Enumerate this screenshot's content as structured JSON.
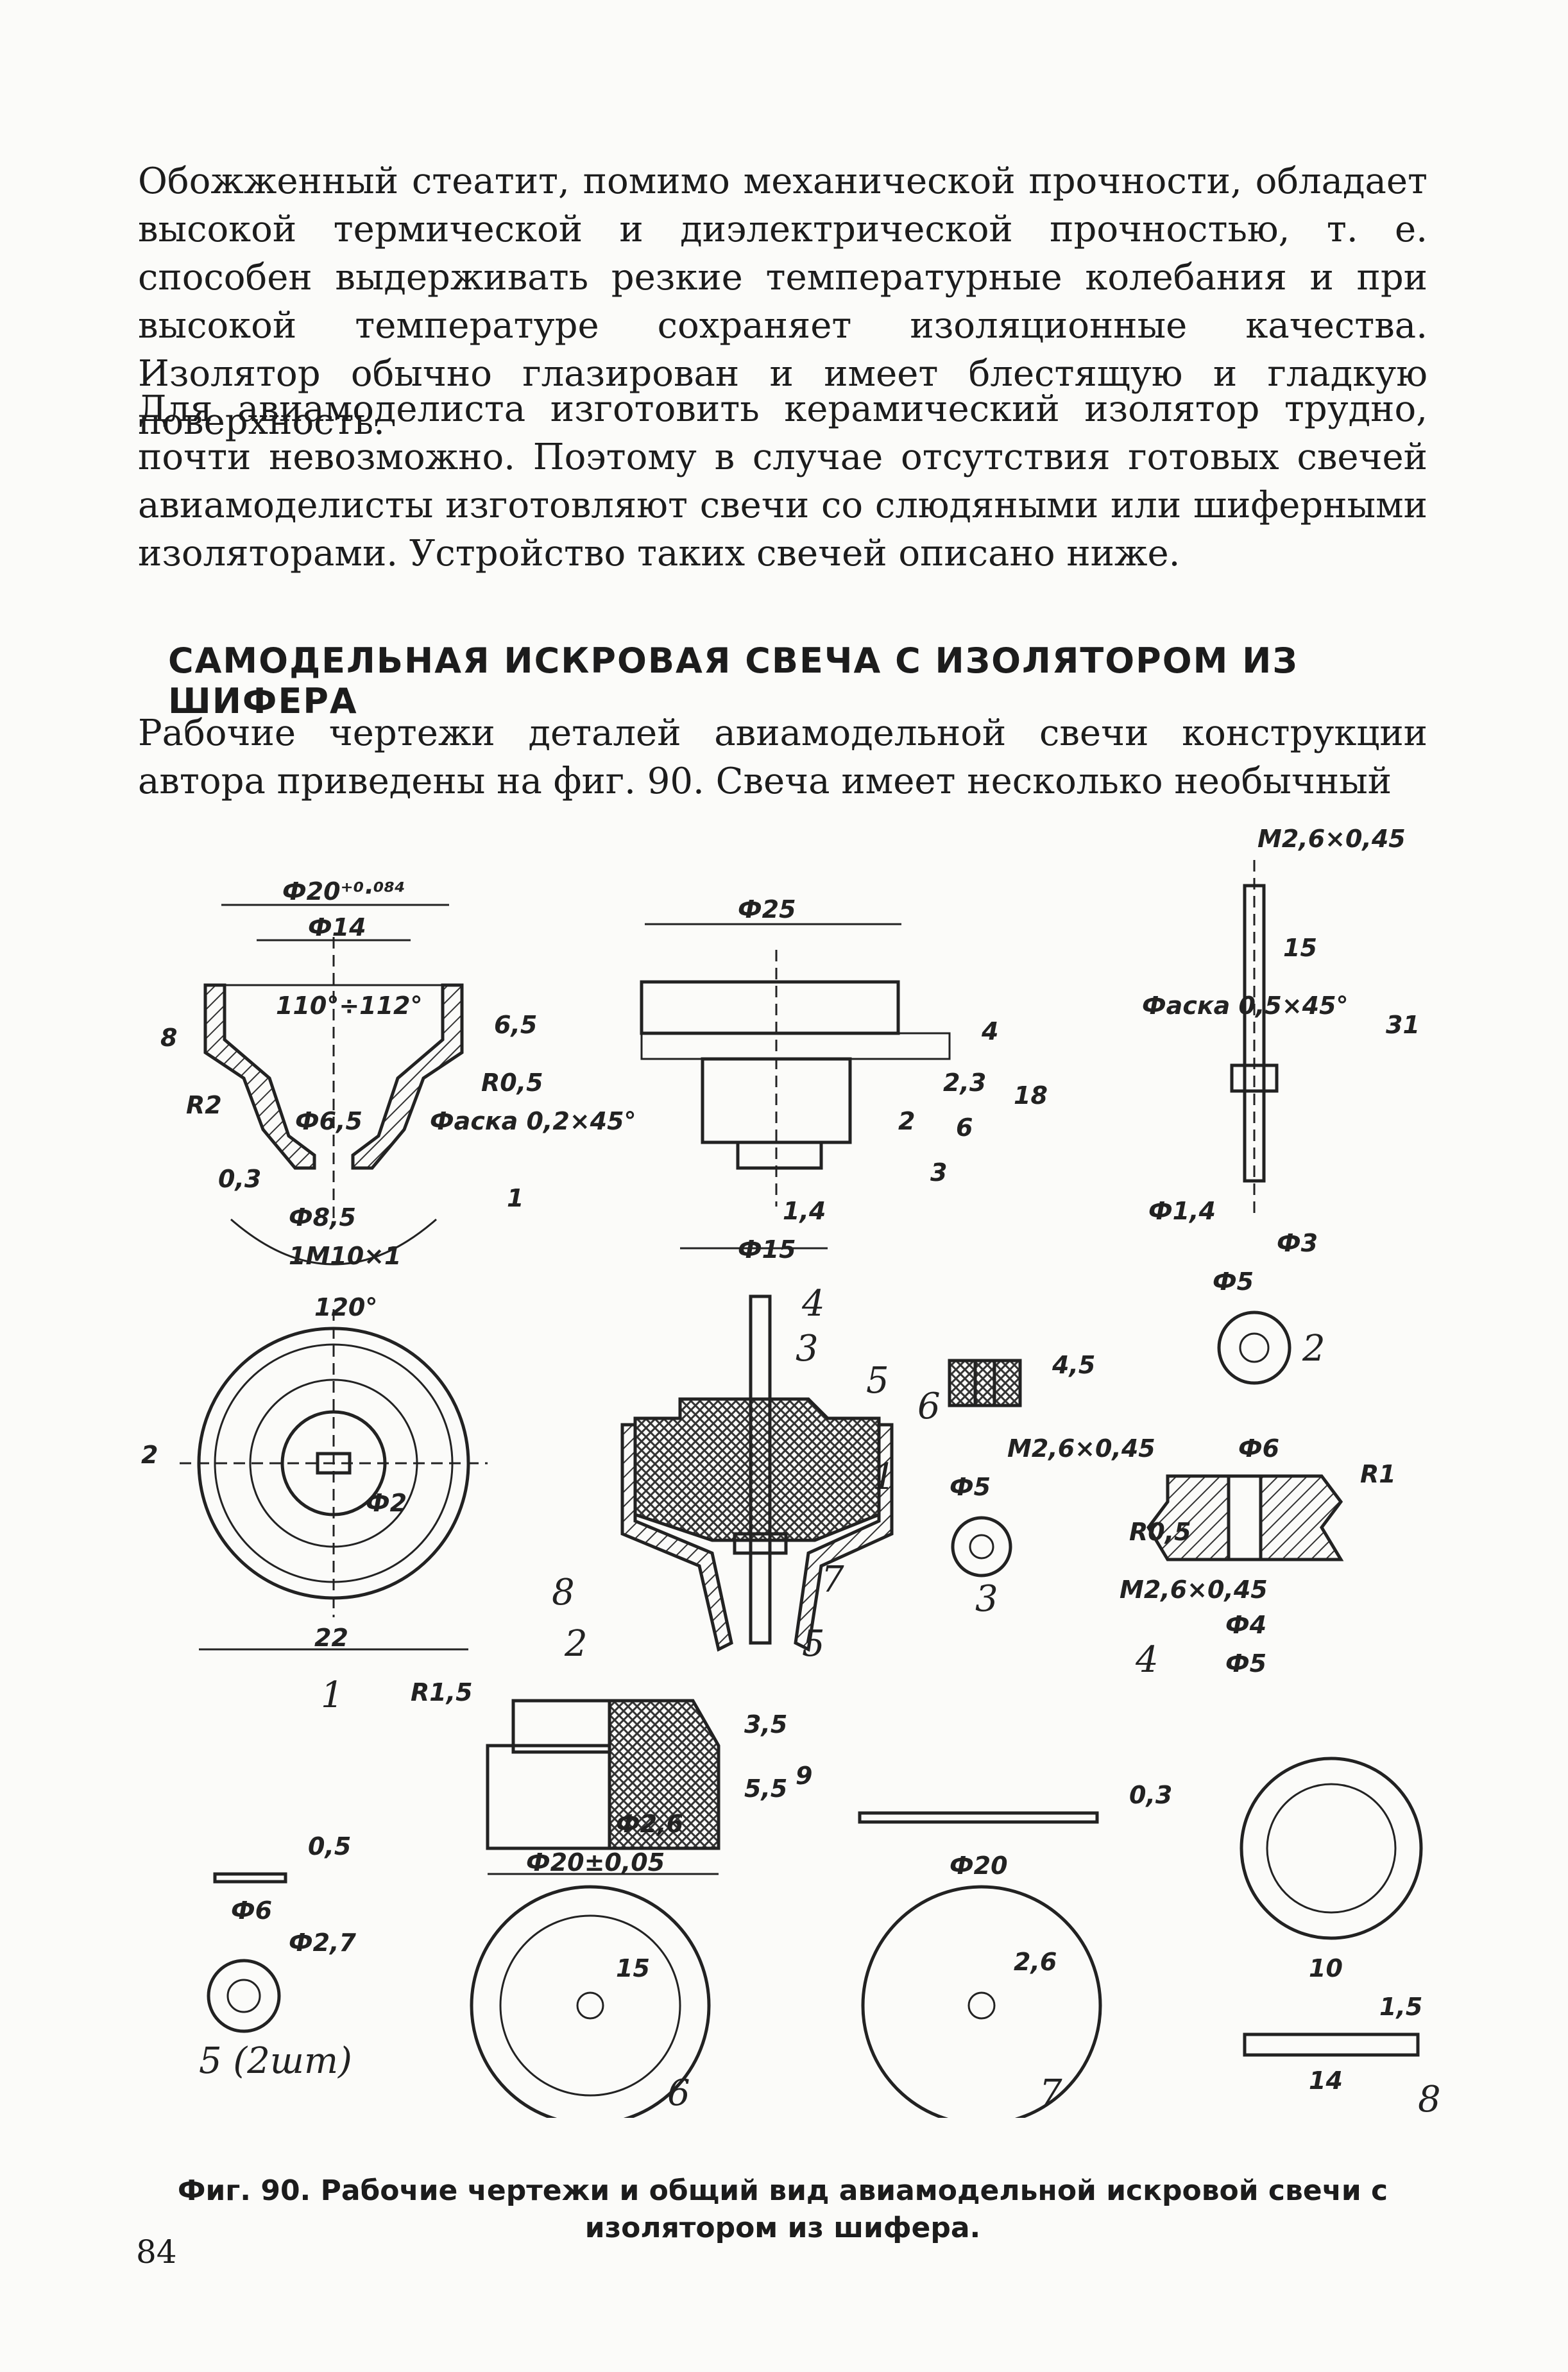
{
  "paragraphs": [
    "Обожженный стеатит, помимо механической прочности, обладает высокой термической и диэлектрической прочностью, т. е. способен выдерживать резкие температурные колебания и при высокой температуре сохраняет изоляционные качества. Изолятор обычно глазирован и имеет блестящую и гладкую поверхность.",
    "Для авиамоделиста изготовить керамический изолятор трудно, почти невозможно. Поэтому в случае отсутствия готовых свечей авиамоделисты изготовляют свечи со слюдяными или шиферными изоляторами. Устройство таких свечей описано ниже."
  ],
  "heading": "САМОДЕЛЬНАЯ ИСКРОВАЯ СВЕЧА С ИЗОЛЯТОРОМ ИЗ ШИФЕРА",
  "paragraph3": "Рабочие чертежи деталей авиамодельной свечи конструкции автора приведены на фиг. 90. Свеча имеет несколько необычный",
  "figure": {
    "dims": {
      "d20": "Ф20⁺⁰·⁰⁸⁴",
      "d14": "Ф14",
      "angle110": "110°÷112°",
      "h8": "8",
      "h65": "6,5",
      "r05": "R0,5",
      "r2": "R2",
      "d65": "Ф6,5",
      "fas02": "Фаска 0,2×45°",
      "h03": "0,3",
      "d85": "Ф8,5",
      "m10": "1M10×1",
      "h1": "1",
      "ang120": "120°",
      "d25": "Ф25",
      "h23": "2,3",
      "h4": "4",
      "h18": "18",
      "h6": "6",
      "h3": "3",
      "h2": "2",
      "d14b": "1,4",
      "d15": "Ф15",
      "m26a": "M2,6×0,45",
      "l15": "15",
      "l31": "31",
      "fas05": "Фаска 0,5×45°",
      "d14c": "Ф1,4",
      "d3": "Ф3",
      "d5": "Ф5",
      "l22": "22",
      "d2": "Ф2",
      "h45": "4,5",
      "m26b": "M2,6×0,45",
      "d5b": "Ф5",
      "d6": "Ф6",
      "r1": "R1",
      "r05b": "R0,5",
      "m26c": "M2,6×0,45",
      "d4": "Ф4",
      "d5c": "Ф5",
      "r15": "R1,5",
      "h35": "3,5",
      "h55": "5,5",
      "h9": "9",
      "d26": "Ф2,6",
      "d20b": "Ф20±0,05",
      "h05": "0,5",
      "d6b": "Ф6",
      "d27": "Ф2,7",
      "d15b": "15",
      "d26b": "2,6",
      "d20c": "Ф20",
      "h03b": "0,3",
      "l10": "10",
      "h15b": "1,5",
      "l14": "14"
    },
    "labels": {
      "p1": "1",
      "p2": "2",
      "p3": "3",
      "p4": "4",
      "p5": "5 (2шт)",
      "p6": "6",
      "p7": "7",
      "p8": "8",
      "a1": "1",
      "a2": "2",
      "a3": "3",
      "a4": "4",
      "a5": "5",
      "a6": "6",
      "a7": "7",
      "a8": "8",
      "a5b": "5"
    }
  },
  "caption": "Фиг. 90. Рабочие чертежи и общий вид авиамодельной искровой свечи с изолятором из шифера.",
  "page_number": "84"
}
